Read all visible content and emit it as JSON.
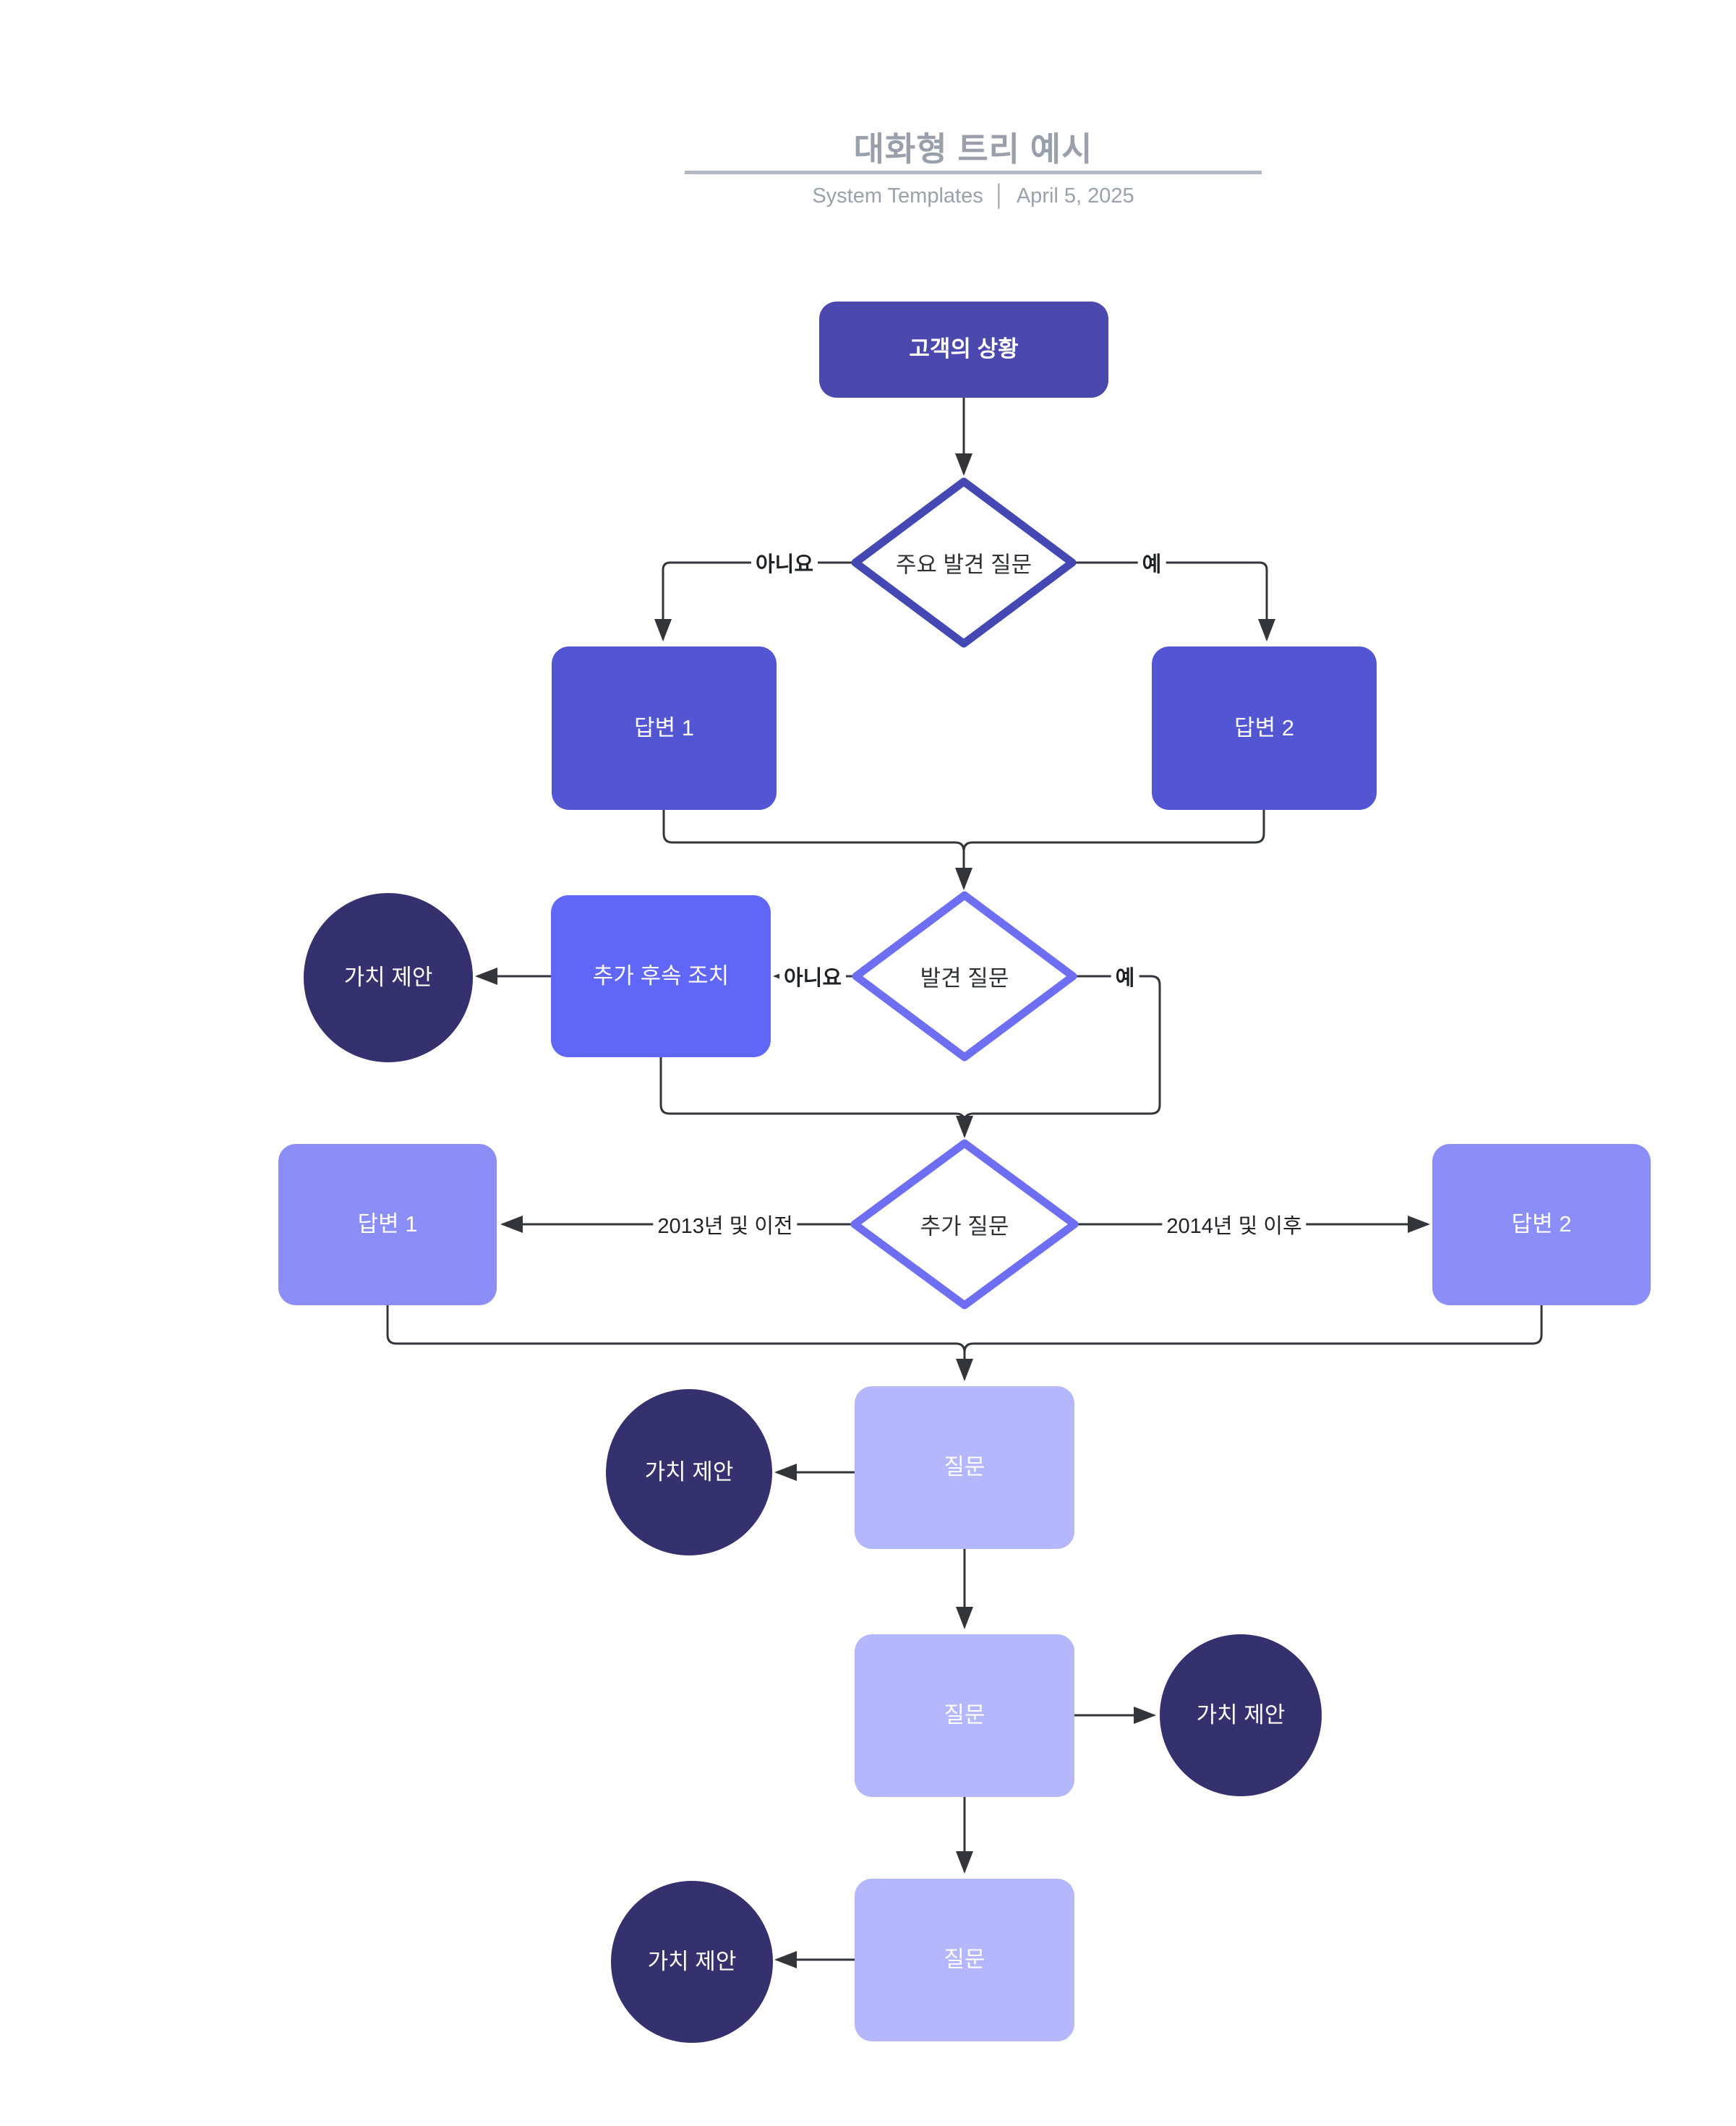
{
  "header": {
    "title": "대화형 트리 예시",
    "subtitle_left": "System Templates",
    "subtitle_divider": "│",
    "subtitle_right": "April 5, 2025"
  },
  "nodes": {
    "customer_situation": "고객의 상황",
    "main_discovery_question": "주요 발견 질문",
    "answer1_row1": "답변 1",
    "answer2_row1": "답변 2",
    "discovery_question": "발견 질문",
    "followup_action": "추가 후속 조치",
    "value_prop_1": "가치 제안",
    "additional_question": "추가 질문",
    "answer1_row3": "답변 1",
    "answer2_row3": "답변 2",
    "question_1": "질문",
    "value_prop_2": "가치 제안",
    "question_2": "질문",
    "value_prop_3": "가치 제안",
    "question_3": "질문",
    "value_prop_4": "가치 제안"
  },
  "edge_labels": {
    "no_1": "아니요",
    "yes_1": "예",
    "no_2": "아니요",
    "yes_2": "예",
    "before_2013": "2013년 및 이전",
    "after_2014": "2014년 및 이후"
  },
  "colors": {
    "customer_box": "#4B48AE",
    "answer_row1_box": "#5356D2",
    "followup_box": "#6067F8",
    "answer_row3_box": "#8B8EF7",
    "question_box": "#B4B7FB",
    "value_circle": "#34316E",
    "diamond_border_dark": "#4547B2",
    "diamond_border_light": "#6E6EF3",
    "connector": "#33353A",
    "header_text": "#99A0AC"
  }
}
